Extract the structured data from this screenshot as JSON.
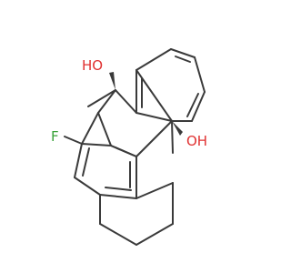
{
  "molecule": {
    "atoms": {
      "oh_top": "HO",
      "oh_right": "OH",
      "fluorine": "F"
    },
    "colors": {
      "bond": "#3a3a3a",
      "oxygen": "#e03030",
      "fluorine": "#3aa33a"
    }
  }
}
